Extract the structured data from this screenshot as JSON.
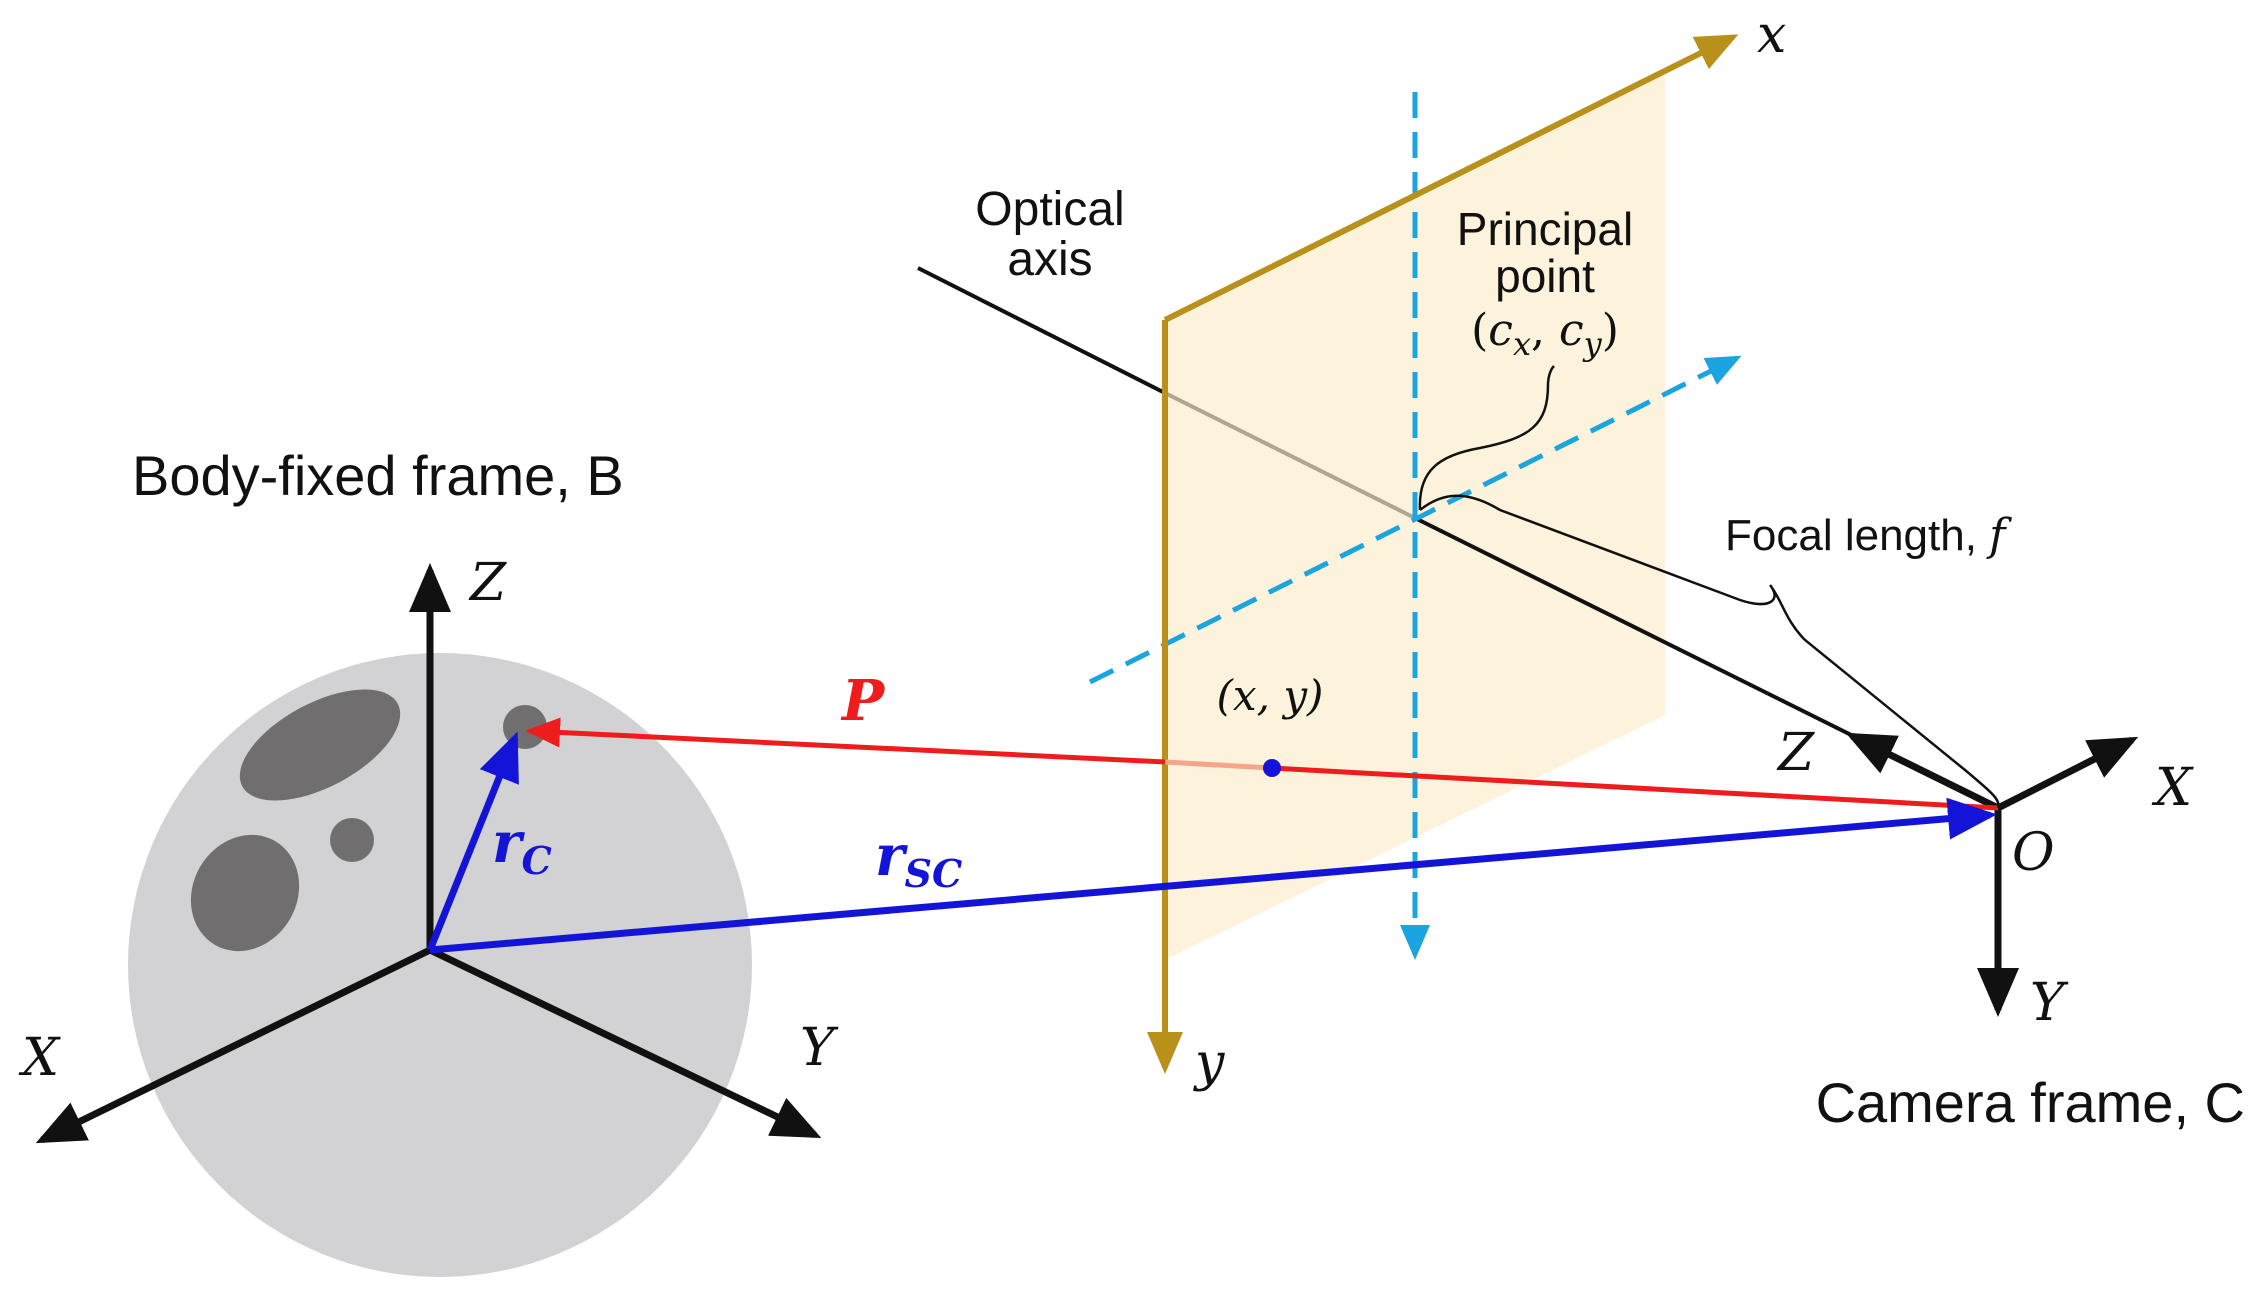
{
  "body_frame": {
    "title": "Body-fixed frame, B",
    "axis_x": "X",
    "axis_y": "Y",
    "axis_z": "Z"
  },
  "camera_frame": {
    "title": "Camera frame, C",
    "axis_x": "X",
    "axis_y": "Y",
    "axis_z": "Z",
    "origin": "O"
  },
  "image_plane": {
    "axis_x": "x",
    "axis_y": "y",
    "point_label": "(x, y)"
  },
  "optical_axis": {
    "line1": "Optical",
    "line2": "axis"
  },
  "principal_point": {
    "line1": "Principal",
    "line2": "point",
    "coords_open": "(",
    "c1": "c",
    "c1_sub": "x",
    "comma": ", ",
    "c2": "c",
    "c2_sub": "y",
    "coords_close": ")"
  },
  "focal_length": {
    "label": "Focal length, ",
    "symbol": "f"
  },
  "vectors": {
    "P": "P",
    "rC": "r",
    "rC_sub": "C",
    "rSC": "r",
    "rSC_sub": "SC"
  },
  "colors": {
    "plane_fill": "#fdf3dc",
    "plane_frame": "#b8901a",
    "dashed_axis": "#1aa4e0",
    "vector_P": "#ee1c1c",
    "vector_r": "#1414d8",
    "planet": "#d2d1d3",
    "crater": "#706e6f"
  }
}
